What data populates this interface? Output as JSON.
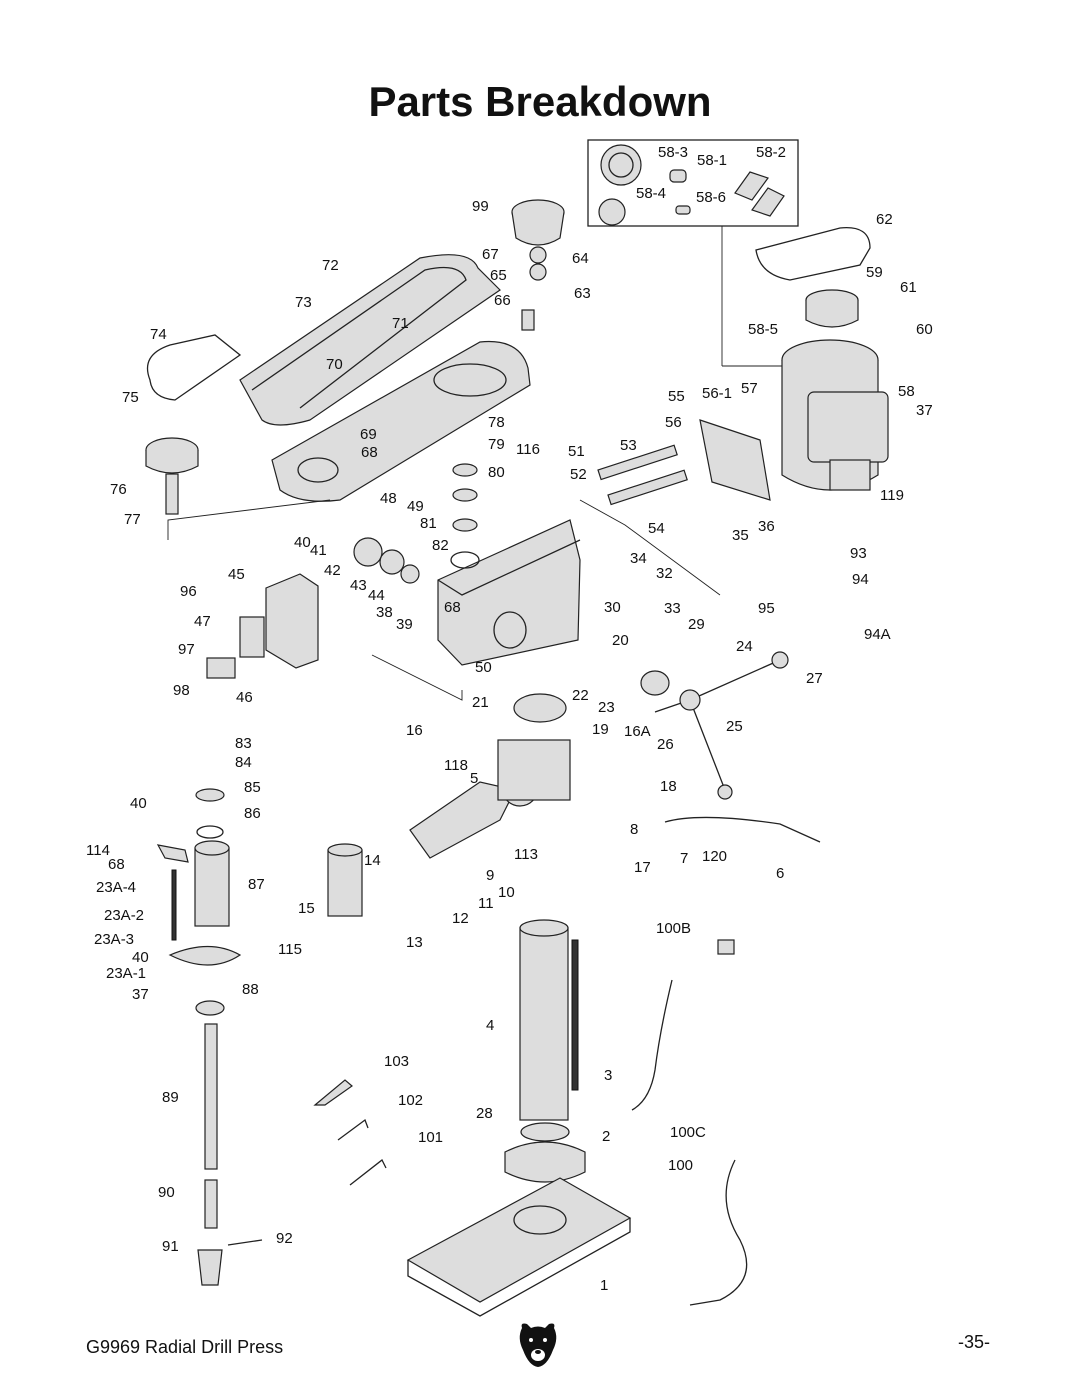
{
  "page": {
    "title": "Parts Breakdown",
    "footer_left": "G9969 Radial Drill Press",
    "footer_right": "-35-"
  },
  "logo_icon": "bear-head-logo",
  "labels": {
    "l58_3": "58-3",
    "l58_1": "58-1",
    "l58_2": "58-2",
    "l58_4": "58-4",
    "l58_6": "58-6",
    "l99": "99",
    "l62": "62",
    "l67": "67",
    "l64": "64",
    "l65": "65",
    "l72": "72",
    "l66": "66",
    "l63": "63",
    "l59": "59",
    "l61": "61",
    "l73": "73",
    "l71": "71",
    "l74": "74",
    "l58_5": "58-5",
    "l60": "60",
    "l70": "70",
    "l57": "57",
    "l75": "75",
    "l55": "55",
    "l56_1": "56-1",
    "l58": "58",
    "l37a": "37",
    "l56": "56",
    "l78": "78",
    "l69": "69",
    "l79": "79",
    "l116": "116",
    "l51": "51",
    "l53": "53",
    "l68a": "68",
    "l80": "80",
    "l52": "52",
    "l76": "76",
    "l119": "119",
    "l48": "48",
    "l49": "49",
    "l77": "77",
    "l81": "81",
    "l54": "54",
    "l36": "36",
    "l35": "35",
    "l40a": "40",
    "l41": "41",
    "l82": "82",
    "l93": "93",
    "l34": "34",
    "l42": "42",
    "l45": "45",
    "l32": "32",
    "l94": "94",
    "l96": "96",
    "l43": "43",
    "l44": "44",
    "l38": "38",
    "l68b": "68",
    "l30": "30",
    "l33": "33",
    "l95": "95",
    "l47": "47",
    "l39": "39",
    "l94A": "94A",
    "l29": "29",
    "l97": "97",
    "l20": "20",
    "l24": "24",
    "l50": "50",
    "l27": "27",
    "l98": "98",
    "l46": "46",
    "l22": "22",
    "l21": "21",
    "l23": "23",
    "l16": "16",
    "l19": "19",
    "l16A": "16A",
    "l25": "25",
    "l83": "83",
    "l26": "26",
    "l84": "84",
    "l118": "118",
    "l5": "5",
    "l85": "85",
    "l18": "18",
    "l40b": "40",
    "l86": "86",
    "l8": "8",
    "l114": "114",
    "l68c": "68",
    "l113": "113",
    "l7": "7",
    "l120": "120",
    "l14": "14",
    "l17": "17",
    "l6": "6",
    "l23A_4": "23A-4",
    "l87": "87",
    "l9": "9",
    "l10": "10",
    "l15": "15",
    "l11": "11",
    "l23A_2": "23A-2",
    "l12": "12",
    "l100B": "100B",
    "l23A_3": "23A-3",
    "l13": "13",
    "l40c": "40",
    "l115": "115",
    "l23A_1": "23A-1",
    "l37b": "37",
    "l88": "88",
    "l4": "4",
    "l103": "103",
    "l3": "3",
    "l89": "89",
    "l102": "102",
    "l28": "28",
    "l2": "2",
    "l100C": "100C",
    "l101": "101",
    "l100": "100",
    "l90": "90",
    "l91": "91",
    "l92": "92",
    "l1": "1"
  }
}
